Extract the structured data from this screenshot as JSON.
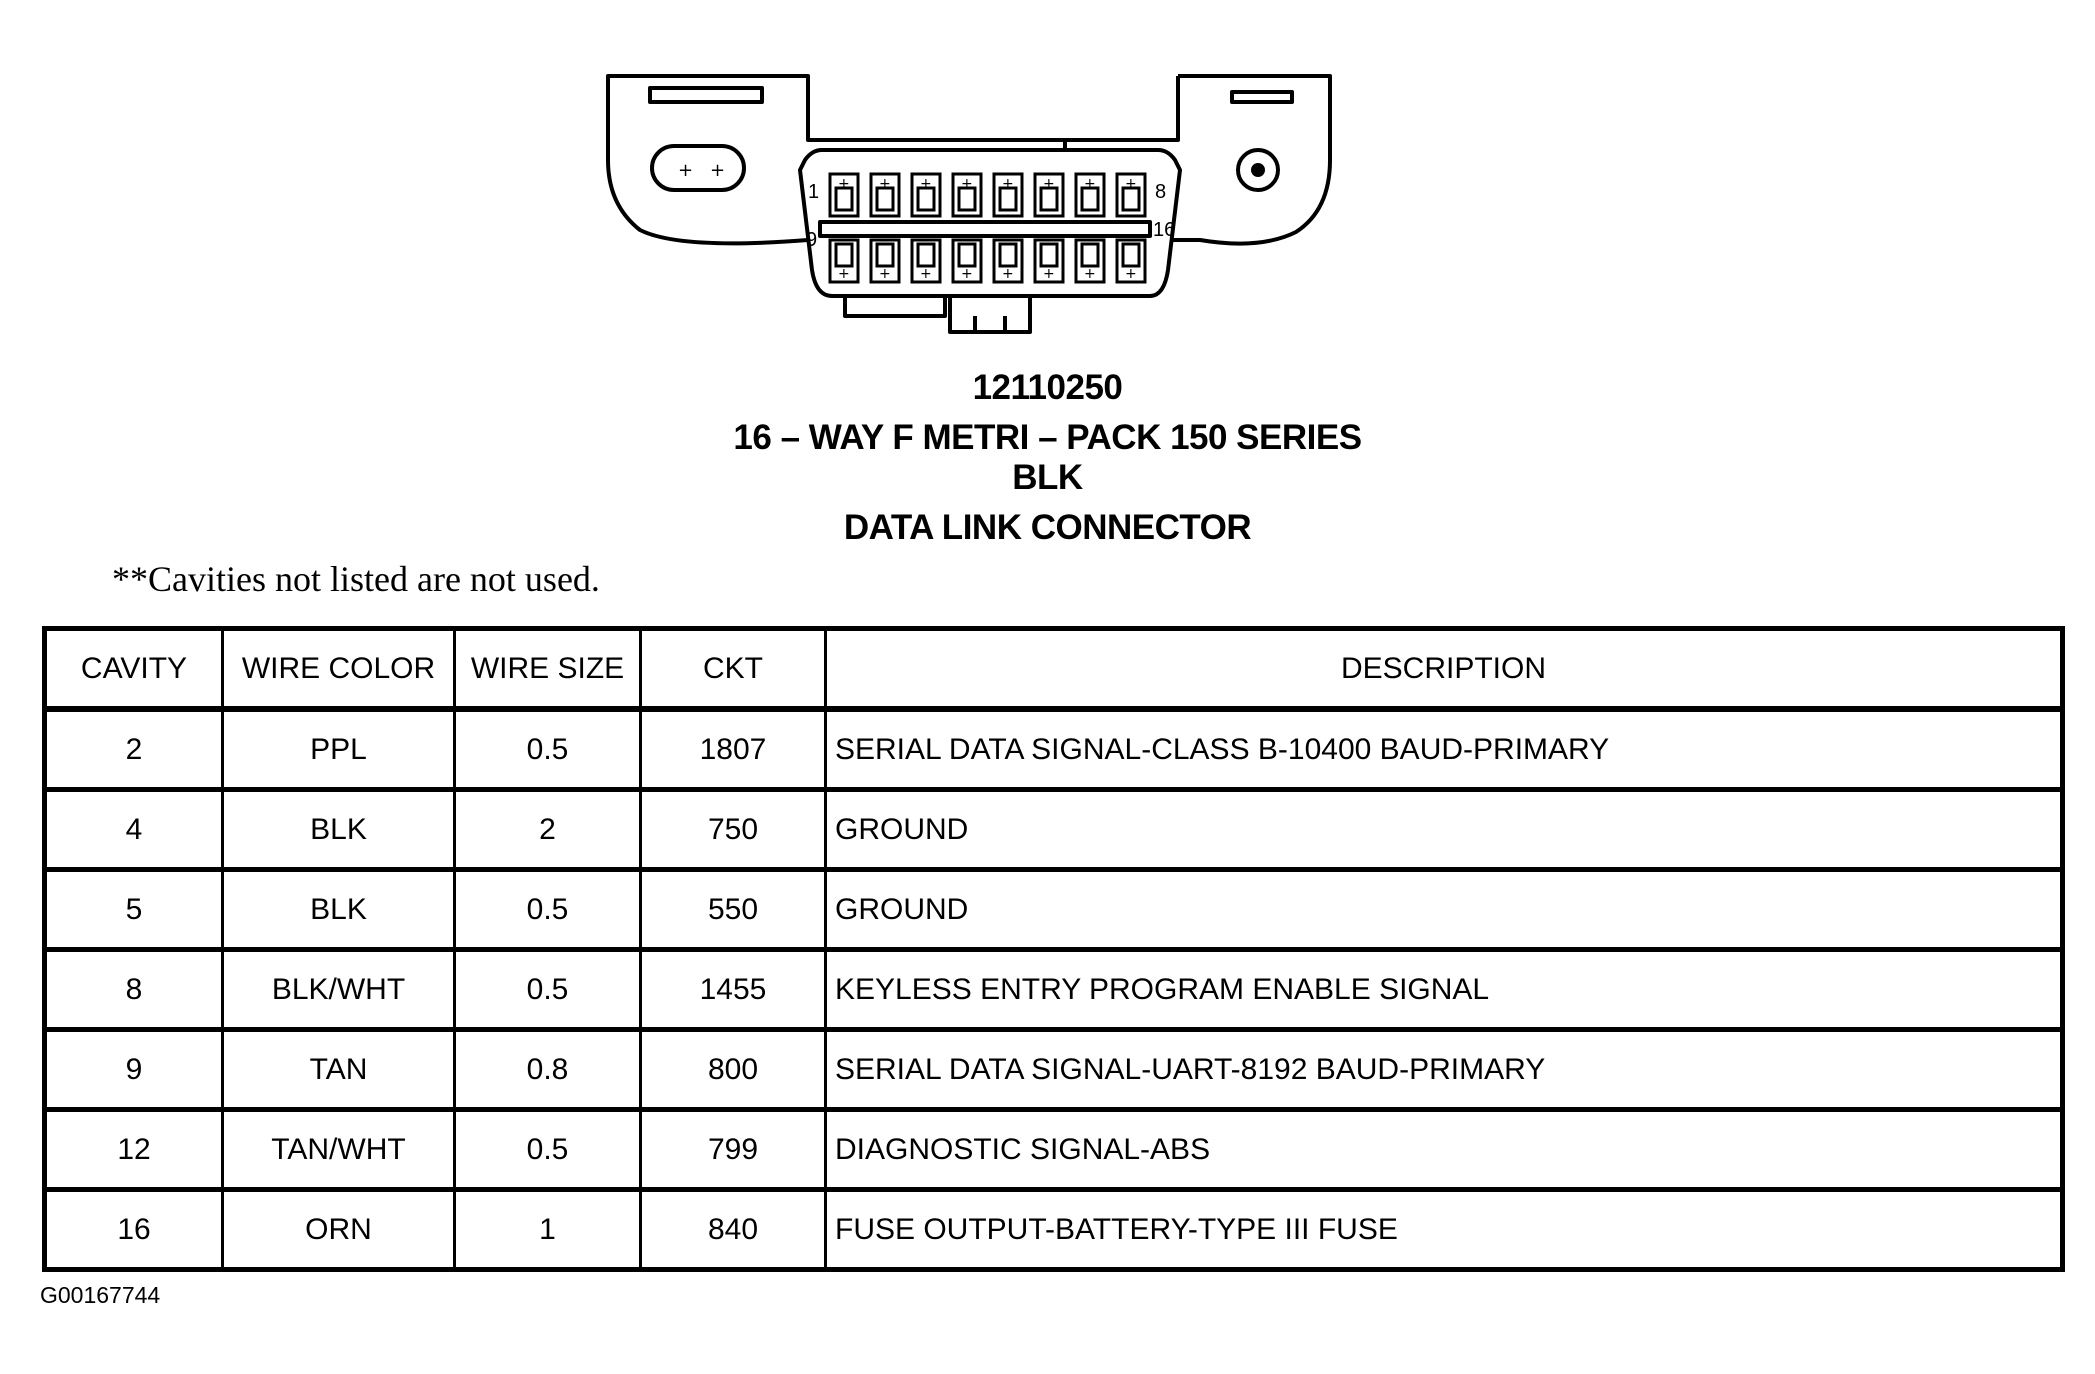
{
  "connector": {
    "part_number": "12110250",
    "series": "16 – WAY F METRI – PACK 150 SERIES",
    "color": "BLK",
    "name": "DATA LINK CONNECTOR",
    "pin_labels": {
      "top_left": "1",
      "top_right": "8",
      "bottom_left": "9",
      "bottom_right": "16"
    }
  },
  "note": "**Cavities not listed are not used.",
  "table": {
    "headers": [
      "CAVITY",
      "WIRE COLOR",
      "WIRE SIZE",
      "CKT",
      "DESCRIPTION"
    ],
    "rows": [
      [
        "2",
        "PPL",
        "0.5",
        "1807",
        "SERIAL DATA SIGNAL-CLASS B-10400 BAUD-PRIMARY"
      ],
      [
        "4",
        "BLK",
        "2",
        "750",
        "GROUND"
      ],
      [
        "5",
        "BLK",
        "0.5",
        "550",
        "GROUND"
      ],
      [
        "8",
        "BLK/WHT",
        "0.5",
        "1455",
        "KEYLESS ENTRY PROGRAM ENABLE SIGNAL"
      ],
      [
        "9",
        "TAN",
        "0.8",
        "800",
        "SERIAL DATA SIGNAL-UART-8192 BAUD-PRIMARY"
      ],
      [
        "12",
        "TAN/WHT",
        "0.5",
        "799",
        "DIAGNOSTIC SIGNAL-ABS"
      ],
      [
        "16",
        "ORN",
        "1",
        "840",
        "FUSE OUTPUT-BATTERY-TYPE III FUSE"
      ]
    ]
  },
  "figure_id": "G00167744"
}
